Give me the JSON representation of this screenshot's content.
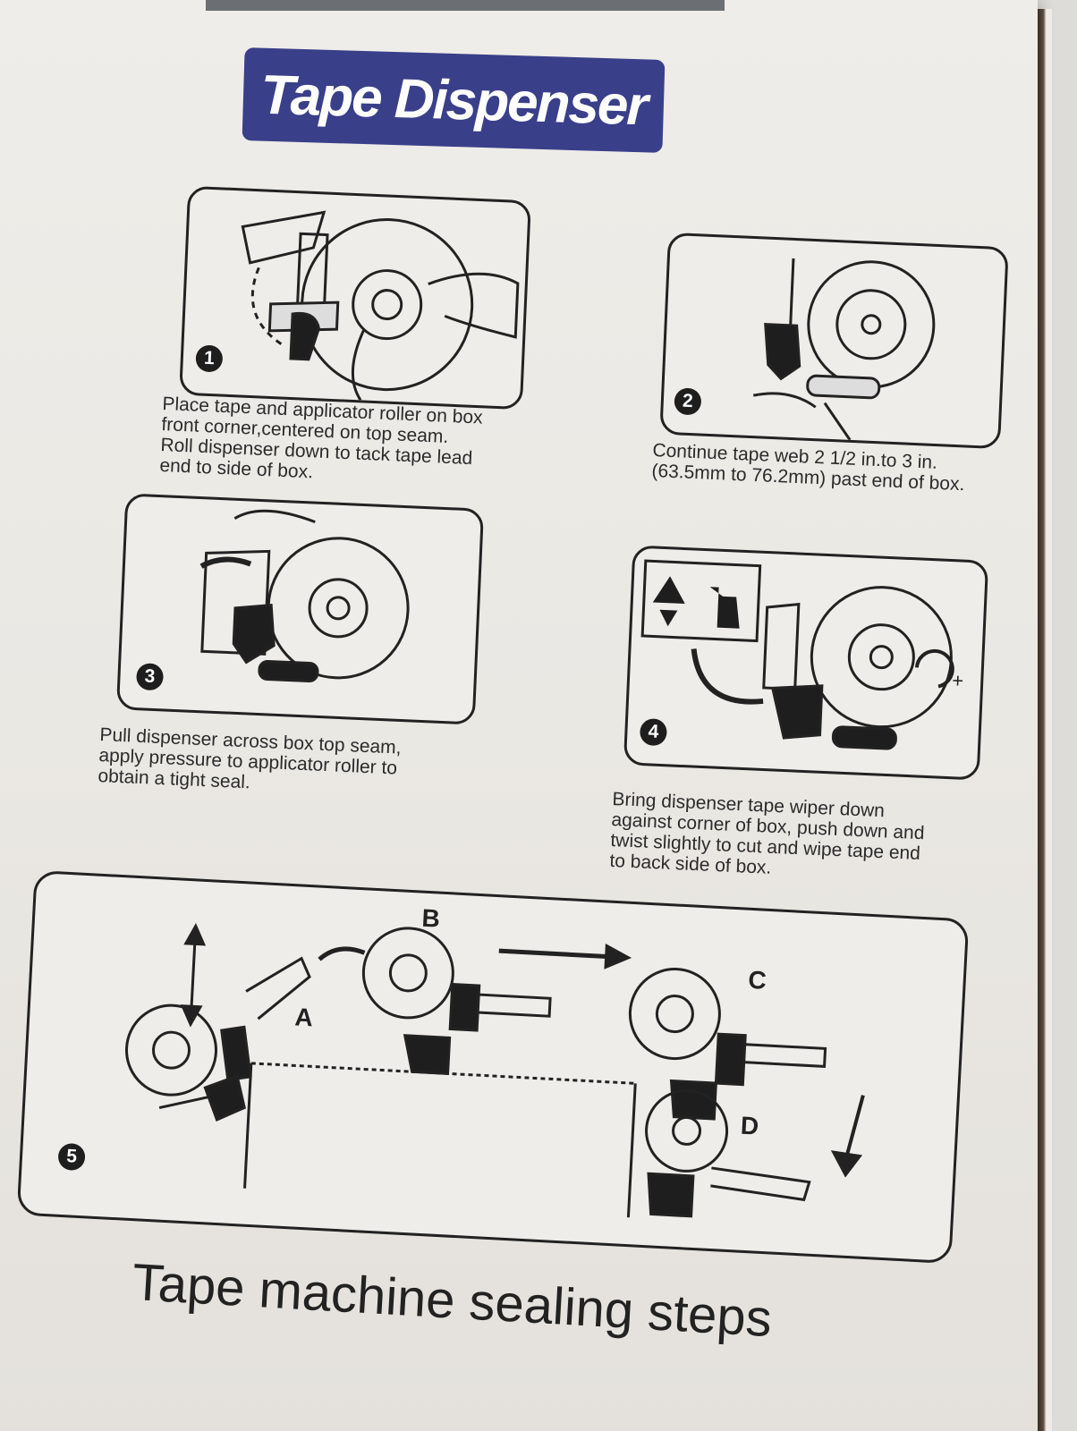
{
  "header": {
    "title": "Tape Dispenser"
  },
  "steps": [
    {
      "number": "1",
      "lines": [
        "Place tape and applicator roller on box",
        "front corner,centered on top seam.",
        "Roll dispenser down to tack tape lead",
        "end to side of box."
      ]
    },
    {
      "number": "2",
      "lines": [
        "Continue tape web 2 1/2 in.to 3 in.",
        "(63.5mm to 76.2mm) past end of box."
      ]
    },
    {
      "number": "3",
      "lines": [
        "Pull dispenser across box top seam,",
        "apply pressure to applicator roller to",
        "obtain a tight seal."
      ]
    },
    {
      "number": "4",
      "lines": [
        "Bring dispenser tape wiper down",
        "against corner of box, push down and",
        "twist slightly to cut and wipe tape end",
        "to back side of box."
      ]
    },
    {
      "number": "5",
      "positions": [
        "A",
        "B",
        "C",
        "D"
      ]
    }
  ],
  "footer": {
    "text": "Tape machine sealing steps"
  },
  "colors": {
    "header_bg": "#3a3f8a",
    "ink": "#222222",
    "box": "#ebe9e4"
  },
  "icons": [
    "warning-icon",
    "down-arrow-icon",
    "hand-icon",
    "rotate-icon"
  ]
}
